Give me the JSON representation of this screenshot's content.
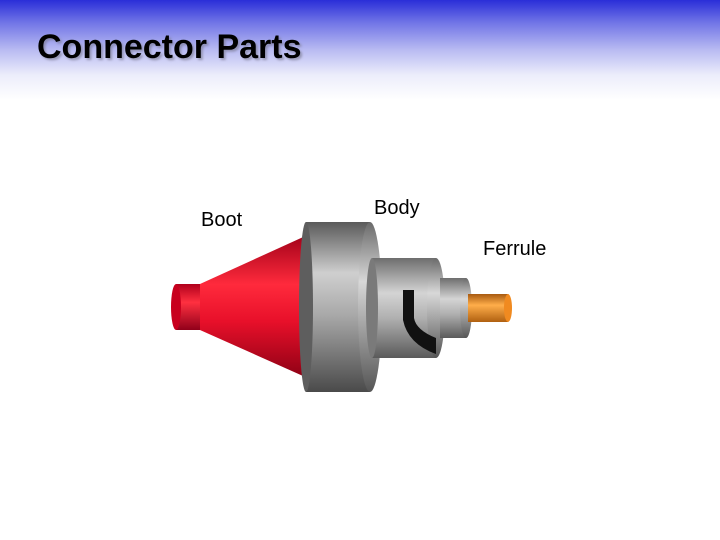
{
  "slide": {
    "title": "Connector Parts"
  },
  "diagram": {
    "labels": {
      "boot": "Boot",
      "body": "Body",
      "ferrule": "Ferrule"
    },
    "colors": {
      "header_blue": "#2a2ed8",
      "boot_red": "#e8102a",
      "body_gray": "#8c8c8c",
      "ferrule_orange": "#e88a1a"
    }
  }
}
